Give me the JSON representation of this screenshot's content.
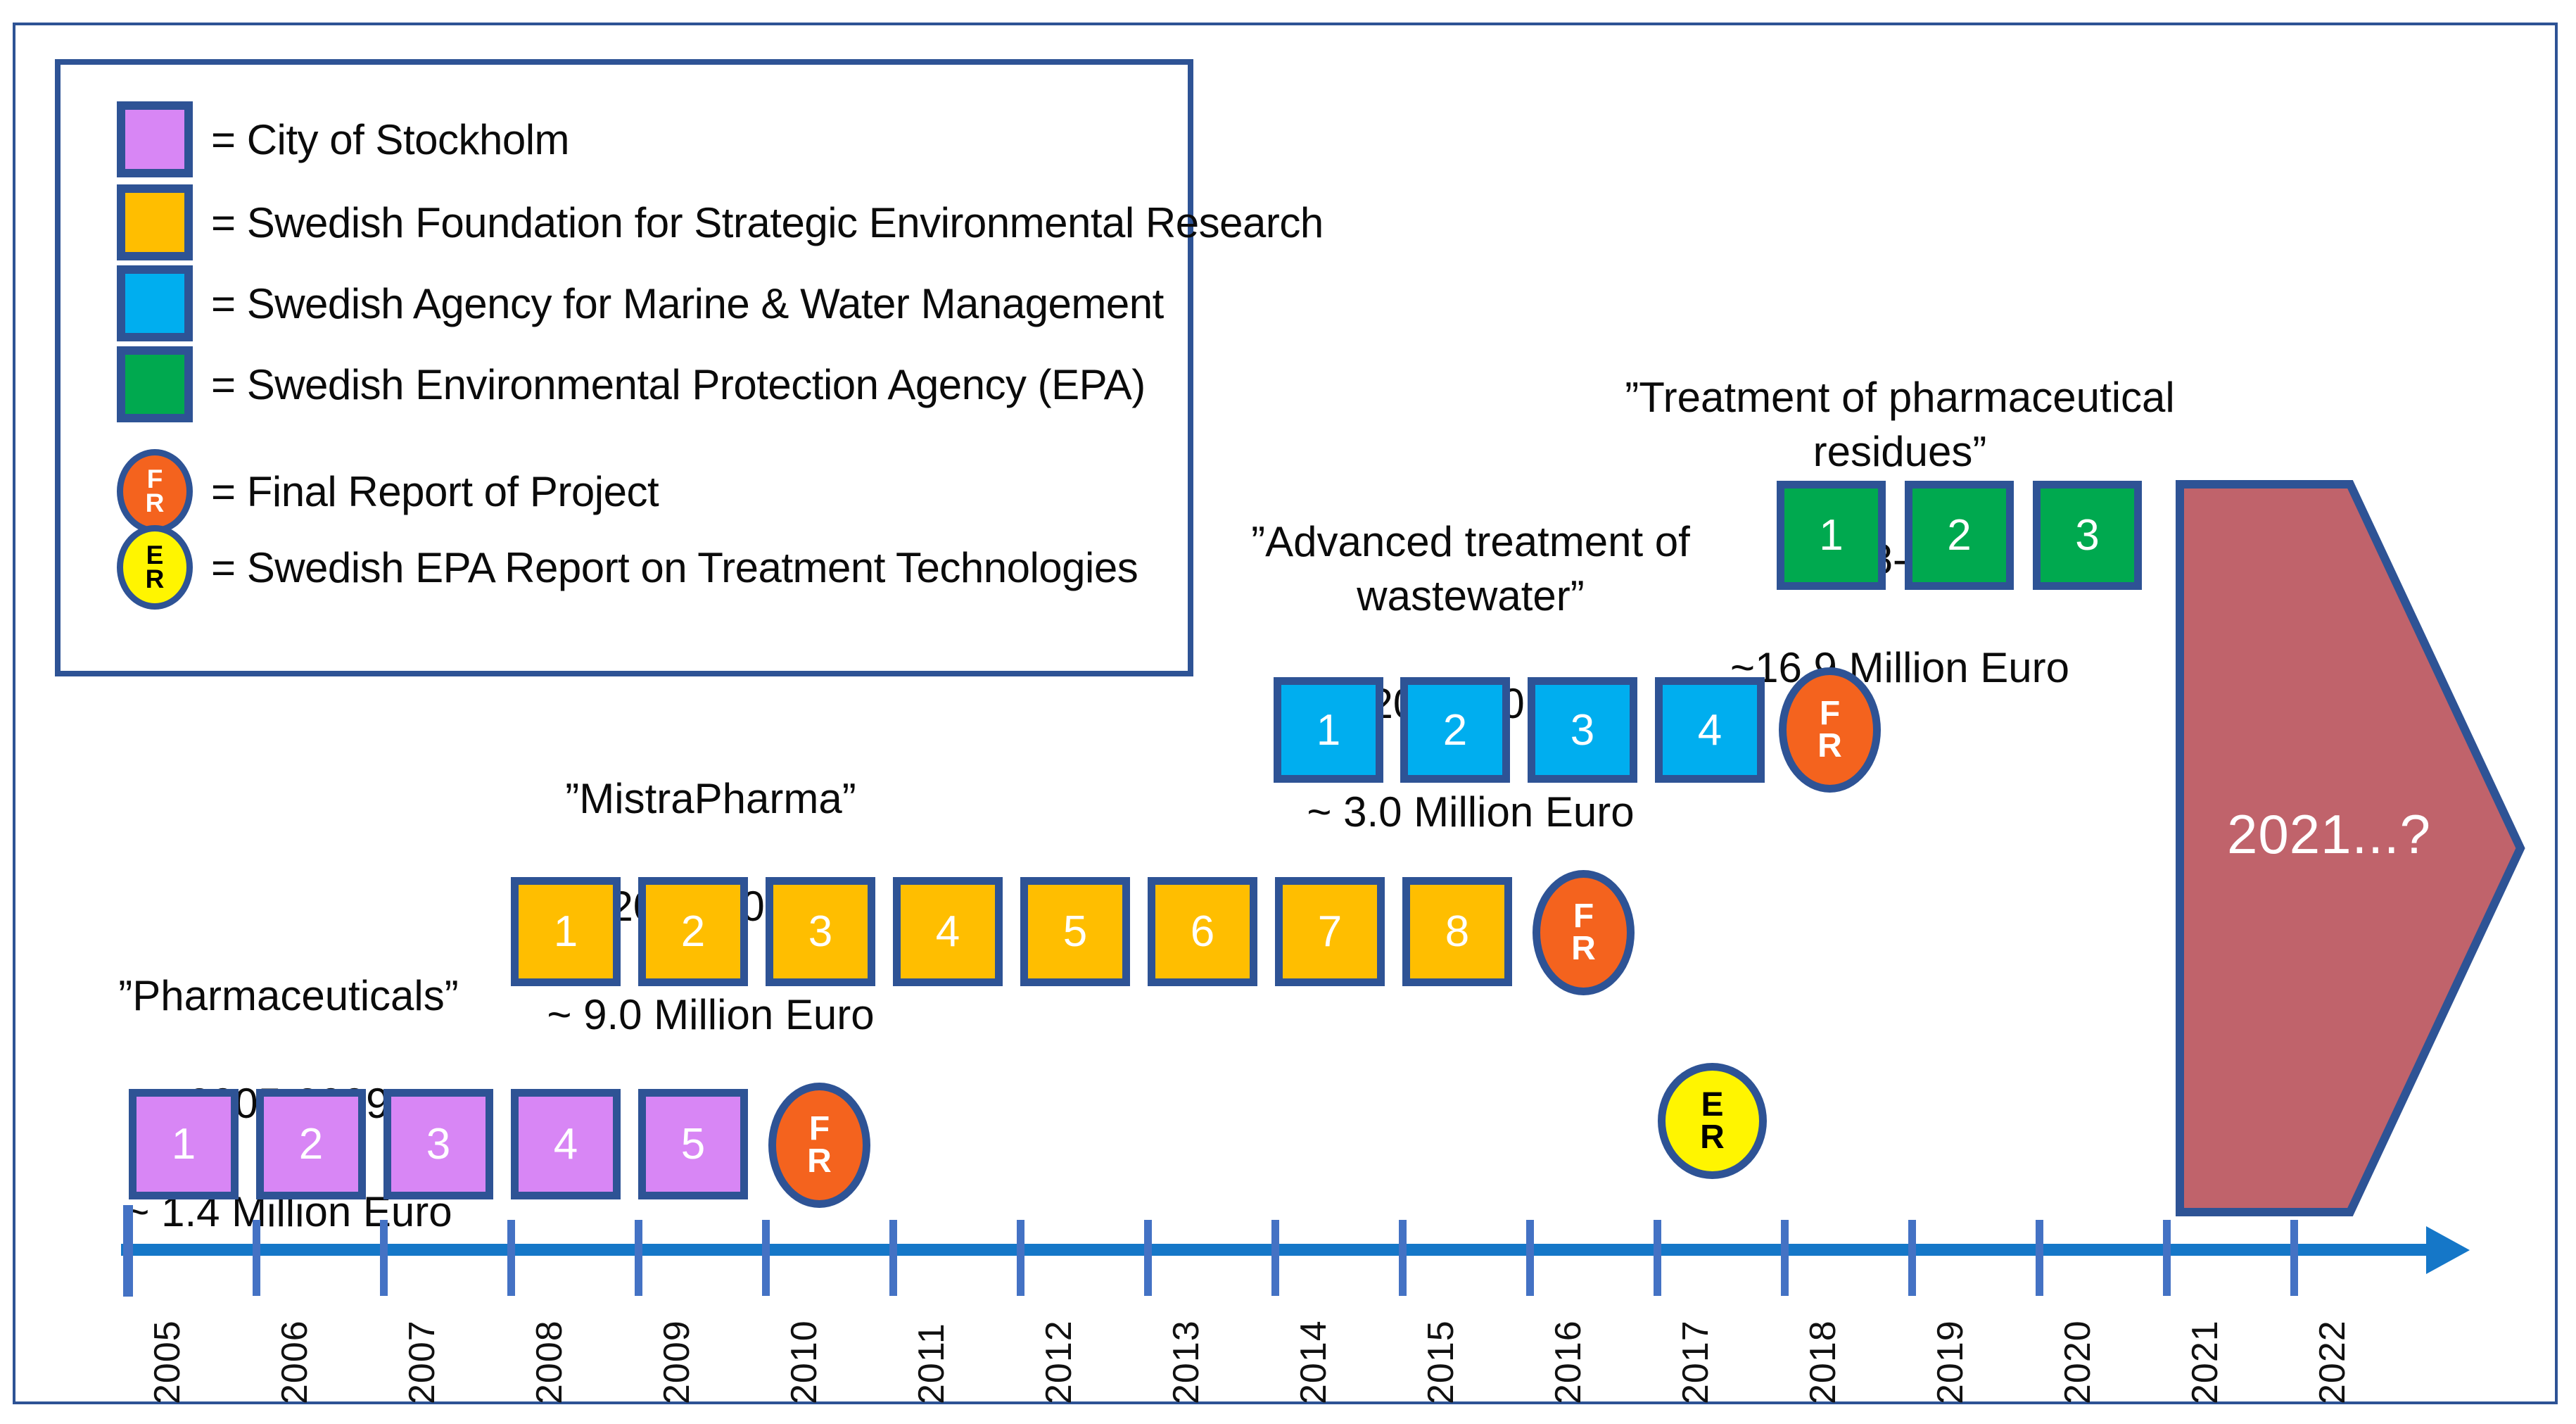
{
  "colors": {
    "border_blue": "#2e5395",
    "axis_blue": "#1577c8",
    "tick_blue": "#4472c4",
    "purple": "#d886f5",
    "orange_yellow": "#ffbe00",
    "cyan": "#00aeef",
    "green": "#00a94f",
    "final_report_orange": "#f4631e",
    "epa_report_yellow": "#fff500",
    "future_red": "#c0636b"
  },
  "legend": {
    "items": [
      {
        "type": "swatch",
        "color": "#d886f5",
        "label": "= City of Stockholm"
      },
      {
        "type": "swatch",
        "color": "#ffbe00",
        "label": "= Swedish Foundation for Strategic Environmental Research"
      },
      {
        "type": "swatch",
        "color": "#00aeef",
        "label": "= Swedish Agency for Marine & Water Management"
      },
      {
        "type": "swatch",
        "color": "#00a94f",
        "label": "= Swedish Environmental Protection Agency (EPA)"
      },
      {
        "type": "circle",
        "color": "#f4631e",
        "text_color": "#ffffff",
        "line1": "F",
        "line2": "R",
        "label": "= Final Report of Project"
      },
      {
        "type": "circle",
        "color": "#fff500",
        "text_color": "#000000",
        "line1": "E",
        "line2": "R",
        "label": "= Swedish EPA Report on Treatment Technologies"
      }
    ]
  },
  "chart_data": {
    "type": "timeline",
    "title": "",
    "axis": {
      "years": [
        "2005",
        "2006",
        "2007",
        "2008",
        "2009",
        "2010",
        "2011",
        "2012",
        "2013",
        "2014",
        "2015",
        "2016",
        "2017",
        "2018",
        "2019",
        "2020",
        "2021",
        "2022"
      ],
      "start_year": 2005,
      "end_year": 2022,
      "arrow_direction": "right"
    },
    "projects": [
      {
        "name": "”Pharmaceuticals”",
        "period": "2005-2009",
        "budget": "~ 1.4 Million Euro",
        "funder": "City of Stockholm",
        "color": "#d886f5",
        "year_boxes": [
          "1",
          "2",
          "3",
          "4",
          "5"
        ],
        "start_year": 2005,
        "end_marker": "FR"
      },
      {
        "name": "”MistraPharma”",
        "period": "2008-2015",
        "budget": "~ 9.0 Million Euro",
        "funder": "Swedish Foundation for Strategic Environmental Research",
        "color": "#ffbe00",
        "year_boxes": [
          "1",
          "2",
          "3",
          "4",
          "5",
          "6",
          "7",
          "8"
        ],
        "start_year": 2008,
        "end_marker": "FR"
      },
      {
        "name": "”Advanced treatment of\nwastewater”",
        "period": "2014-2017",
        "budget": "~ 3.0 Million Euro",
        "funder": "Swedish Agency for Marine & Water Management",
        "color": "#00aeef",
        "year_boxes": [
          "1",
          "2",
          "3",
          "4"
        ],
        "start_year": 2014,
        "end_marker": "FR"
      },
      {
        "name": "”Treatment of pharmaceutical residues”",
        "period": "2018-2020",
        "budget": "~16.9 Million Euro",
        "funder": "Swedish Environmental Protection Agency (EPA)",
        "color": "#00a94f",
        "year_boxes": [
          "1",
          "2",
          "3"
        ],
        "start_year": 2018,
        "end_marker": null
      }
    ],
    "markers": [
      {
        "kind": "FR",
        "line1": "F",
        "line2": "R",
        "at_year": 2010,
        "project": "”Pharmaceuticals”"
      },
      {
        "kind": "FR",
        "line1": "F",
        "line2": "R",
        "at_year": 2016,
        "project": "”MistraPharma”"
      },
      {
        "kind": "FR",
        "line1": "F",
        "line2": "R",
        "at_year": 2018,
        "project": "”Advanced treatment of wastewater”"
      },
      {
        "kind": "ER",
        "line1": "E",
        "line2": "R",
        "at_year": 2017,
        "project": "Swedish EPA Report on Treatment Technologies"
      }
    ],
    "future": {
      "label": "2021...?",
      "shape": "right-pointing-arrow",
      "fill": "#c0636b"
    }
  }
}
